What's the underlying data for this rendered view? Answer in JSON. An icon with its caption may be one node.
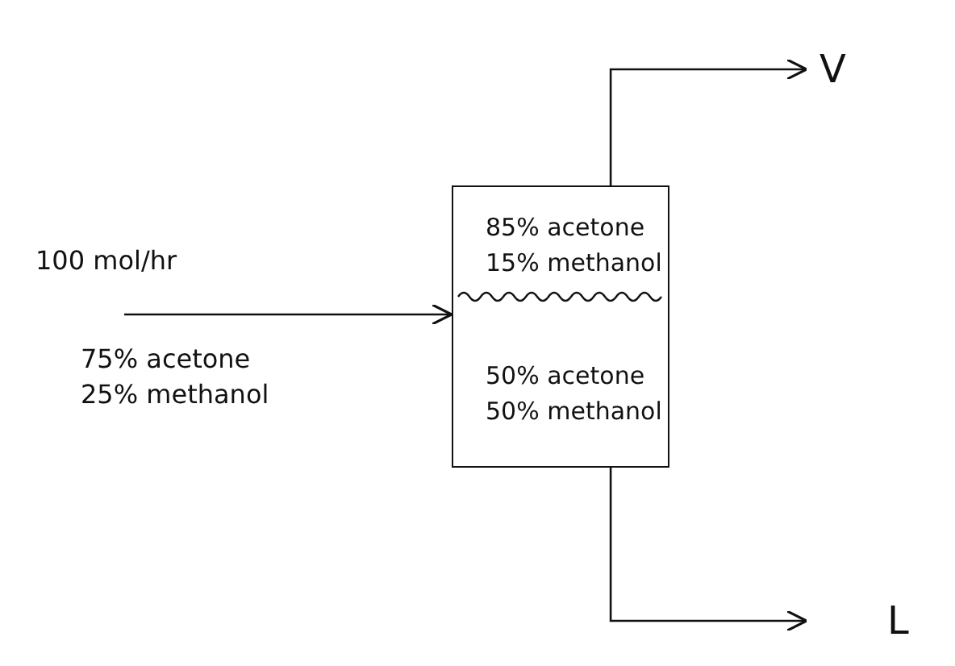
{
  "diagram": {
    "nodes": [
      {
        "text": [
          "85% acetone 15% methanol",
          "50% acetone 50% methanol"
        ]
      },
      {
        "text": [
          "V"
        ]
      },
      {
        "text": [
          "L"
        ]
      }
    ],
    "edges": [
      {
        "from": null,
        "to": 0,
        "arrow": "to",
        "label": "100 mol/hr"
      },
      {
        "from": 0,
        "to": 1,
        "arrow": "to"
      },
      {
        "from": 0,
        "to": 2,
        "arrow": "to"
      }
    ],
    "labels": [
      "75% acetone 25% methanol"
    ]
  }
}
